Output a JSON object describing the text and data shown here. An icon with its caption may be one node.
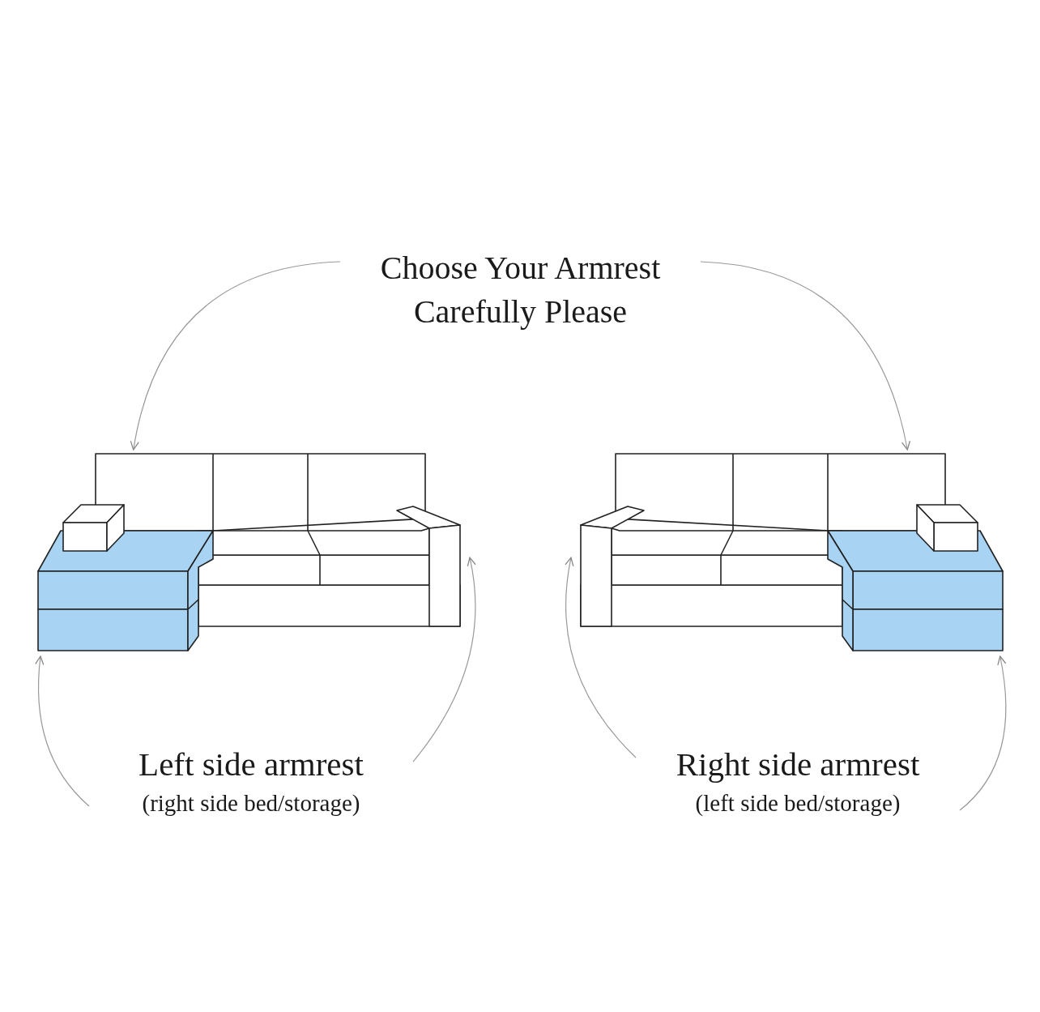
{
  "diagram": {
    "nodes": [
      {
        "text": [
          "Choose Your Armrest Carefully Please"
        ]
      },
      {
        "text": [],
        "shape": "picture"
      },
      {
        "text": [],
        "shape": "picture"
      },
      {
        "text": [
          "Left side armrest",
          "(right side bed/storage)"
        ]
      },
      {
        "text": [
          "Right side armrest",
          "(left side bed/storage)"
        ]
      }
    ],
    "edges": [
      {
        "from": 0,
        "to": 1,
        "arrow": "to"
      },
      {
        "from": 0,
        "to": 2,
        "arrow": "to"
      },
      {
        "from": 3,
        "to": 1,
        "arrow": "to"
      },
      {
        "from": 3,
        "to": 1,
        "arrow": "to"
      },
      {
        "from": 4,
        "to": 2,
        "arrow": "to"
      },
      {
        "from": 4,
        "to": 2,
        "arrow": "to"
      }
    ]
  }
}
